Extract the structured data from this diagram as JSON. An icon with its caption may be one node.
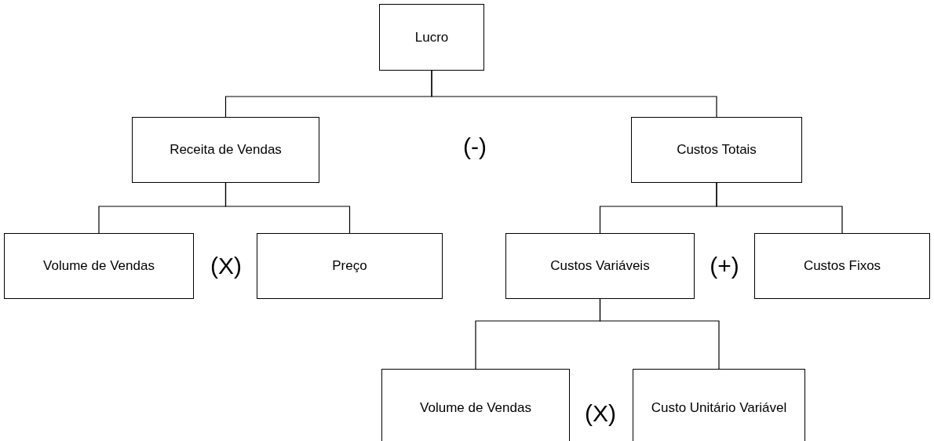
{
  "diagram": {
    "nodes": [
      {
        "text": [
          "Lucro"
        ]
      },
      {
        "text": [
          "Receita de Vendas"
        ]
      },
      {
        "text": [
          "Custos Totais"
        ]
      },
      {
        "text": [
          "Volume de Vendas"
        ]
      },
      {
        "text": [
          "Preço"
        ]
      },
      {
        "text": [
          "Custos Variáveis"
        ]
      },
      {
        "text": [
          "Custos Fixos"
        ]
      },
      {
        "text": [
          "Volume de Vendas"
        ]
      },
      {
        "text": [
          "Custo Unitário Variável"
        ]
      }
    ],
    "edges": [
      {
        "from": 0,
        "to": 1,
        "arrow": "none"
      },
      {
        "from": 0,
        "to": 2,
        "arrow": "none"
      },
      {
        "from": 1,
        "to": 3,
        "arrow": "none"
      },
      {
        "from": 1,
        "to": 4,
        "arrow": "none"
      },
      {
        "from": 2,
        "to": 5,
        "arrow": "none"
      },
      {
        "from": 2,
        "to": 6,
        "arrow": "none"
      },
      {
        "from": 5,
        "to": 7,
        "arrow": "none"
      },
      {
        "from": 5,
        "to": 8,
        "arrow": "none"
      }
    ],
    "labels": [
      "(-)",
      "(X)",
      "(+)",
      "(X)"
    ]
  }
}
